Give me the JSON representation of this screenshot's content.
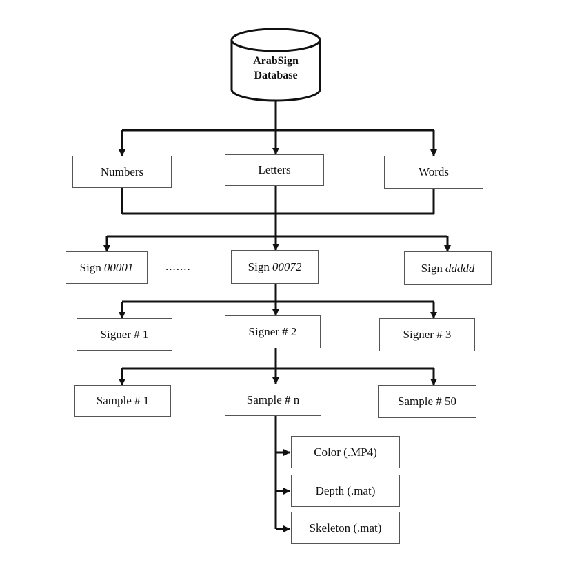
{
  "database": {
    "line1": "ArabSign",
    "line2": "Database"
  },
  "categories": [
    "Numbers",
    "Letters",
    "Words"
  ],
  "signs": [
    {
      "prefix": "Sign",
      "id": "00001"
    },
    {
      "prefix": "Sign",
      "id": "00072"
    },
    {
      "prefix": "Sign",
      "id": "ddddd"
    }
  ],
  "sign_ellipsis": ".......",
  "signers": [
    "Signer # 1",
    "Signer # 2",
    "Signer # 3"
  ],
  "samples": [
    "Sample # 1",
    "Sample # n",
    "Sample # 50"
  ],
  "files": [
    "Color (.MP4)",
    "Depth (.mat)",
    "Skeleton (.mat)"
  ]
}
